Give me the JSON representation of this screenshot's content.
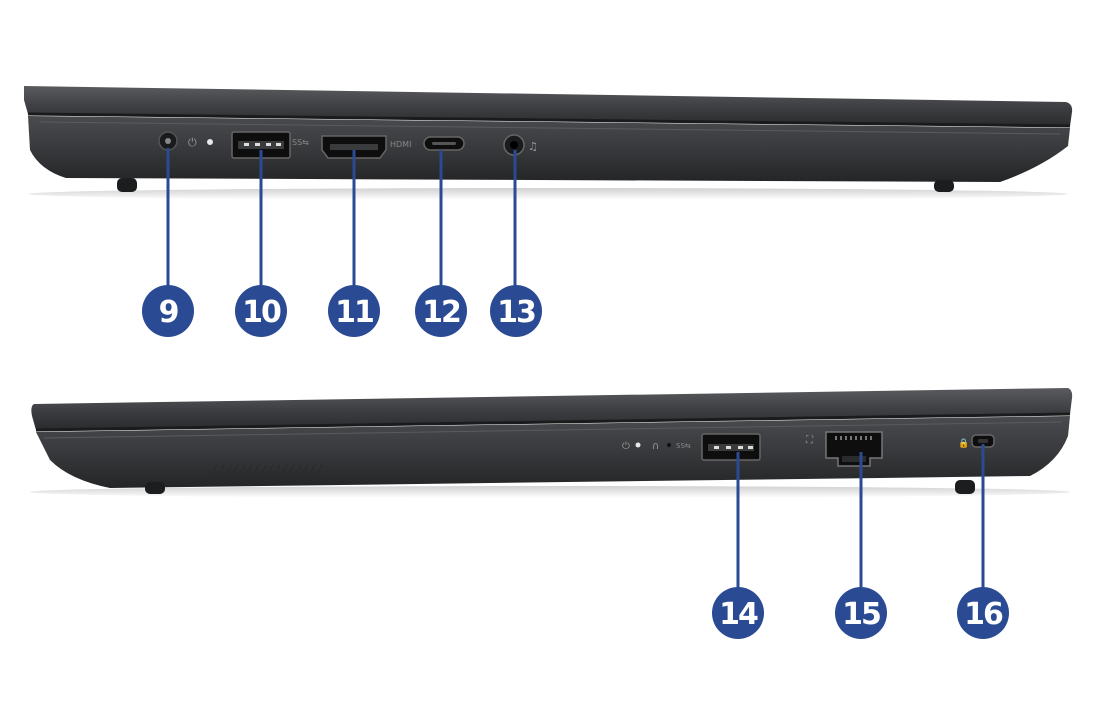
{
  "colors": {
    "callout_fill": "#2a4a94",
    "leader_line": "#2a4a94",
    "laptop_body": "#3a3b3d",
    "laptop_lid": "#4a4b4e",
    "port_dark": "#0e0e0f",
    "background": "#ffffff"
  },
  "views": [
    {
      "id": "left-side",
      "ports": [
        {
          "number": "9",
          "icon": "power-jack-icon"
        },
        {
          "number": "10",
          "icon": "usb-a-port-icon"
        },
        {
          "number": "11",
          "icon": "hdmi-port-icon"
        },
        {
          "number": "12",
          "icon": "usb-c-port-icon"
        },
        {
          "number": "13",
          "icon": "audio-jack-icon"
        }
      ]
    },
    {
      "id": "right-side",
      "ports": [
        {
          "number": "14",
          "icon": "usb-a-port-icon"
        },
        {
          "number": "15",
          "icon": "ethernet-port-icon"
        },
        {
          "number": "16",
          "icon": "security-lock-slot-icon"
        }
      ]
    }
  ]
}
